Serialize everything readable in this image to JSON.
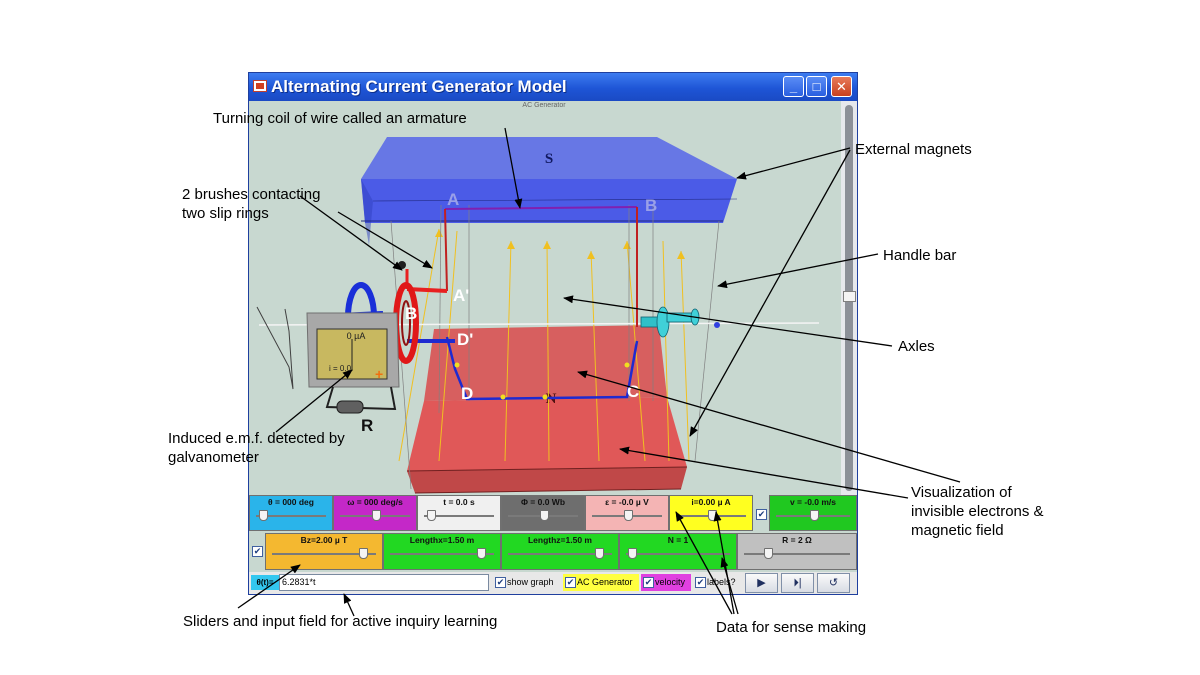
{
  "window": {
    "title": "Alternating Current Generator Model",
    "subtitle": "AC Generator"
  },
  "scene": {
    "magnet_north": "N",
    "magnet_south": "S",
    "labels": [
      "A",
      "B",
      "A'",
      "D'",
      "D",
      "C"
    ],
    "resistor_label": "R",
    "galvanometer_reading": "0 µA",
    "galvanometer_current": "i = 0.0"
  },
  "sliders_row1": [
    {
      "label": "θ = 000 deg",
      "color": "#2ab4ea",
      "knob": 0.05
    },
    {
      "label": "ω = 000 deg/s",
      "color": "#c428c8",
      "knob": 0.5
    },
    {
      "label": "t = 0.0 s",
      "color": "#f0f0f0",
      "knob": 0.05
    },
    {
      "label": "Φ = 0.0 Wb",
      "color": "#6e6e6e",
      "knob": 0.5
    },
    {
      "label": "ε = -0.0 µ V",
      "color": "#f4b4b4",
      "knob": 0.5
    },
    {
      "label": "i=0.00 µ A",
      "color": "#ffff20",
      "knob": 0.5
    },
    {
      "label": "v = -0.0 m/s",
      "color": "#20c820",
      "knob": 0.5
    }
  ],
  "sliders_row2": [
    {
      "label": "Bz=2.00 µ T",
      "color": "#f4b830",
      "knob": 0.9
    },
    {
      "label": "Lengthx=1.50 m",
      "color": "#22d822",
      "knob": 0.9
    },
    {
      "label": "Lengthz=1.50 m",
      "color": "#22d822",
      "knob": 0.9
    },
    {
      "label": "N = 1",
      "color": "#22d822",
      "knob": 0.02
    },
    {
      "label": "R = 2 Ω",
      "color": "#c0c0c0",
      "knob": 0.2
    }
  ],
  "input": {
    "label": "θ(t)=",
    "value": "6.2831*t"
  },
  "options": [
    {
      "label": "show graph",
      "checked": true,
      "color": "#e8e8e8"
    },
    {
      "label": "AC Generator",
      "checked": true,
      "color": "#ffff40"
    },
    {
      "label": "velocity",
      "checked": true,
      "color": "#e040e0"
    },
    {
      "label": "labels?",
      "checked": true,
      "color": "#e8e8e8"
    }
  ],
  "controls": [
    {
      "name": "play-icon",
      "glyph": "▶"
    },
    {
      "name": "step-icon",
      "glyph": "⏵|"
    },
    {
      "name": "reset-icon",
      "glyph": "↺"
    }
  ],
  "annotations": {
    "armature": "Turning coil of wire called an armature",
    "brushes_line1": "2 brushes contacting",
    "brushes_line2": "two slip rings",
    "external_magnets": "External magnets",
    "handle_bar": "Handle bar",
    "axles": "Axles",
    "emf_line1": "Induced e.m.f. detected by",
    "emf_line2": "galvanometer",
    "vis_line1": "Visualization of",
    "vis_line2": "invisible electrons &",
    "vis_line3": "magnetic field",
    "sliders": "Sliders and input field for active inquiry learning",
    "data": "Data for sense making"
  },
  "colors": {
    "magnet_north": "#e05858",
    "magnet_south": "#4a5ee8",
    "scene_bg": "#c8d8d0",
    "coil_red": "#e82020",
    "coil_blue": "#2030d0"
  }
}
